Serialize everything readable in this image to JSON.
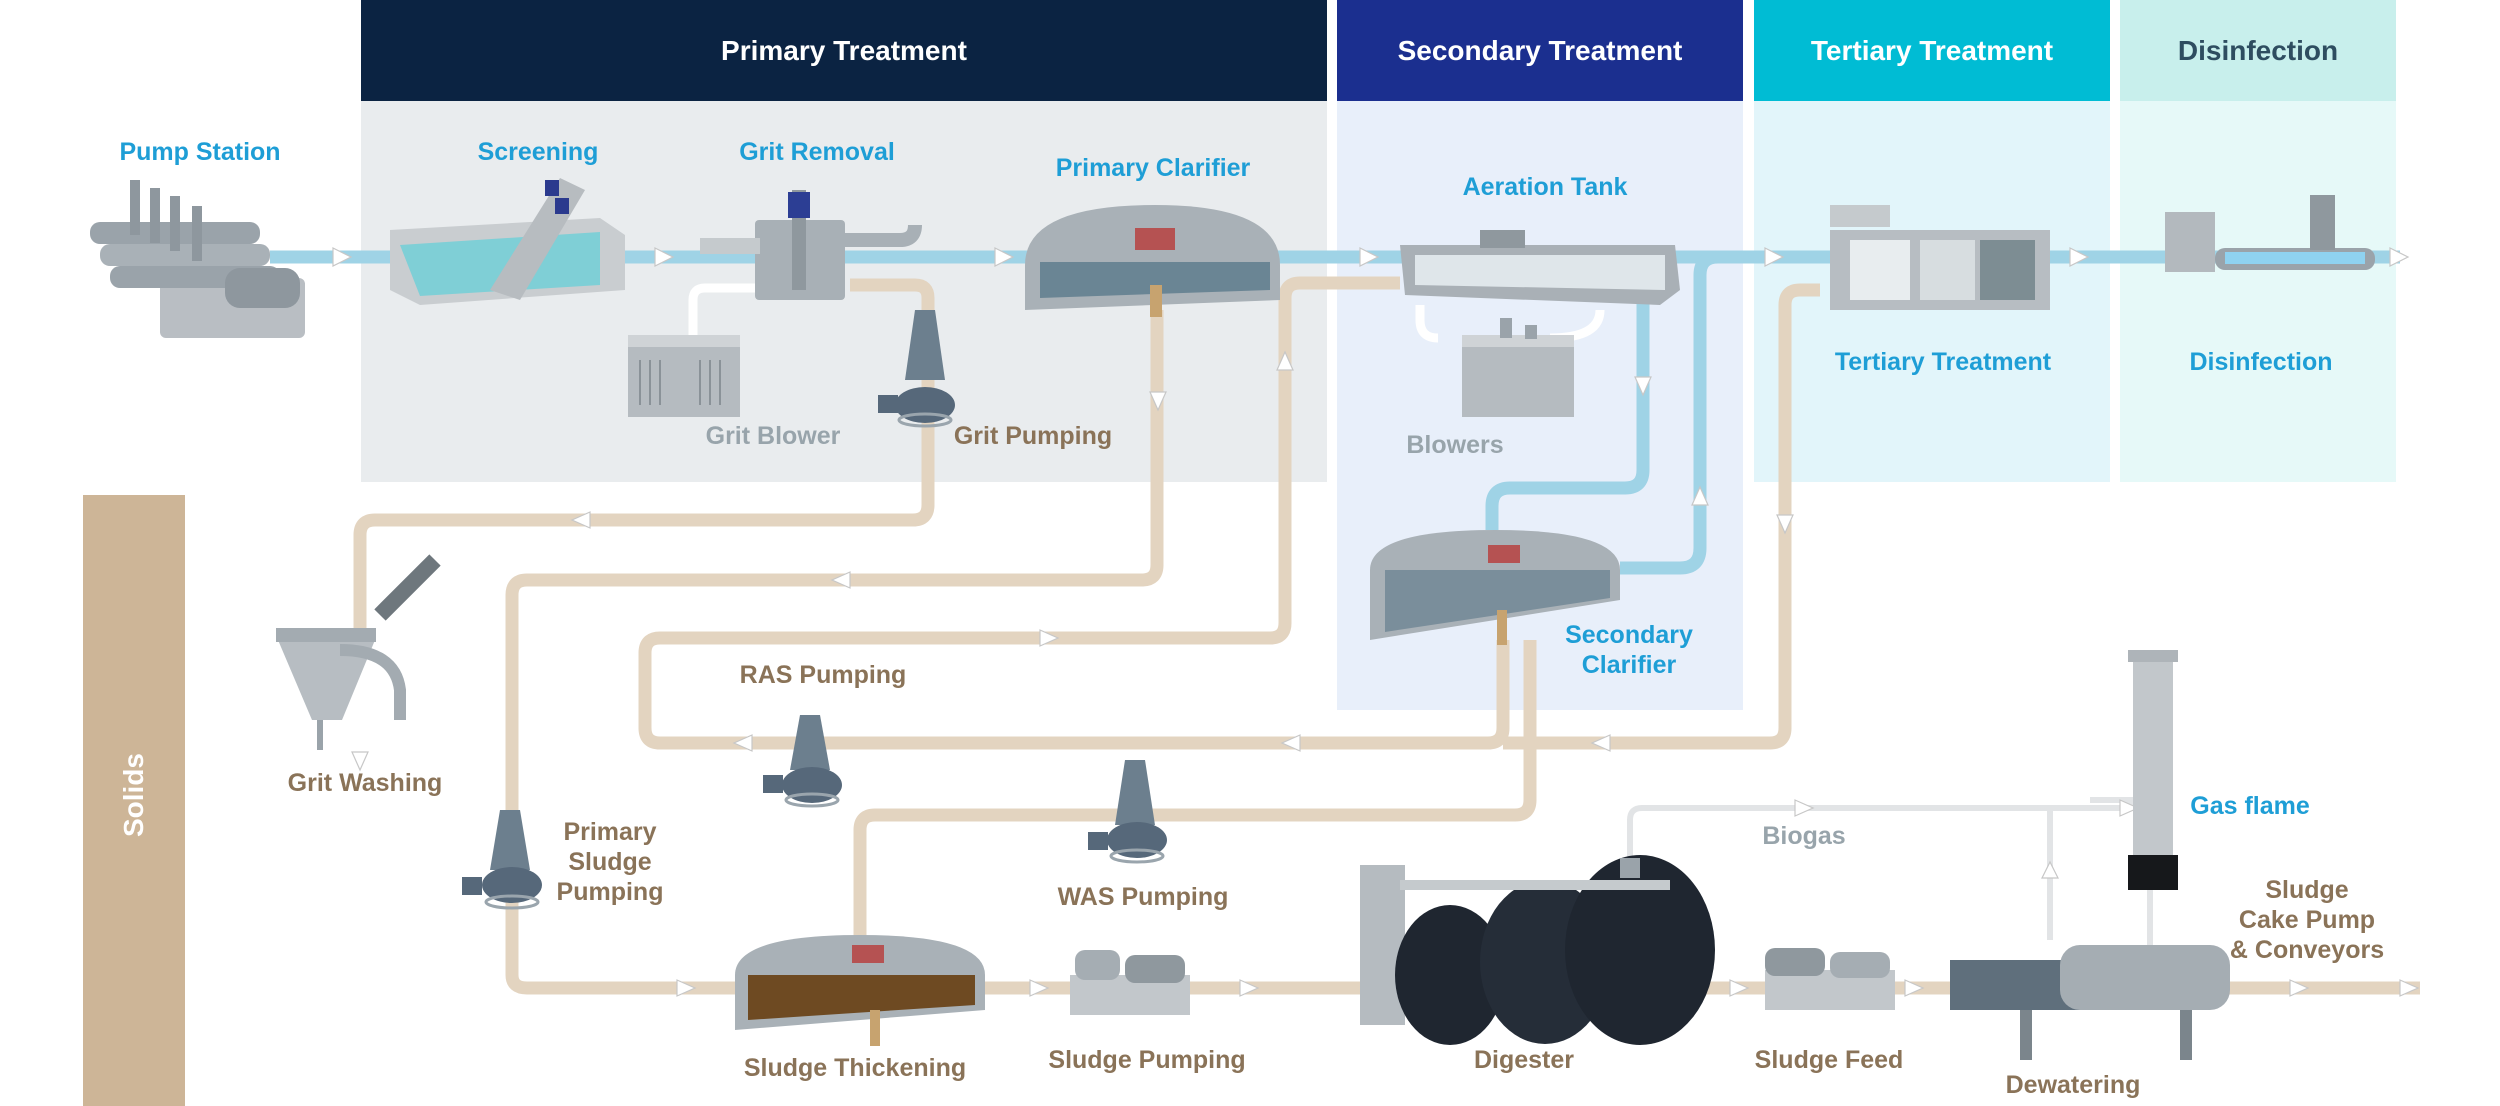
{
  "stages": {
    "primary": "Primary Treatment",
    "secondary": "Secondary Treatment",
    "tertiary": "Tertiary Treatment",
    "disinfection": "Disinfection"
  },
  "solids_label": "Solids",
  "labels": {
    "pump_station": "Pump Station",
    "screening": "Screening",
    "grit_removal": "Grit Removal",
    "primary_clarifier": "Primary Clarifier",
    "aeration_tank": "Aeration Tank",
    "tertiary_treatment": "Tertiary Treatment",
    "disinfection": "Disinfection",
    "grit_blower": "Grit Blower",
    "grit_pumping": "Grit Pumping",
    "blowers": "Blowers",
    "secondary_clarifier_1": "Secondary",
    "secondary_clarifier_2": "Clarifier",
    "ras_pumping": "RAS Pumping",
    "grit_washing": "Grit Washing",
    "primary_sludge_1": "Primary",
    "primary_sludge_2": "Sludge",
    "primary_sludge_3": "Pumping",
    "was_pumping": "WAS Pumping",
    "biogas": "Biogas",
    "gas_flame": "Gas flame",
    "sludge_cake_1": "Sludge",
    "sludge_cake_2": "Cake Pump",
    "sludge_cake_3": "& Conveyors",
    "sludge_thickening": "Sludge Thickening",
    "sludge_pumping": "Sludge Pumping",
    "digester": "Digester",
    "sludge_feed": "Sludge Feed",
    "dewatering": "Dewatering"
  },
  "colors": {
    "primary_header": "#0b2342",
    "secondary_header": "#1b2f8f",
    "tertiary_header": "#00bcd4",
    "disinfection_header": "#c8efec",
    "water_line": "#9fd3e6",
    "sludge_line": "#e3d4c0",
    "gas_line": "#e2e4e6",
    "solids_bar": "#cdb597"
  }
}
